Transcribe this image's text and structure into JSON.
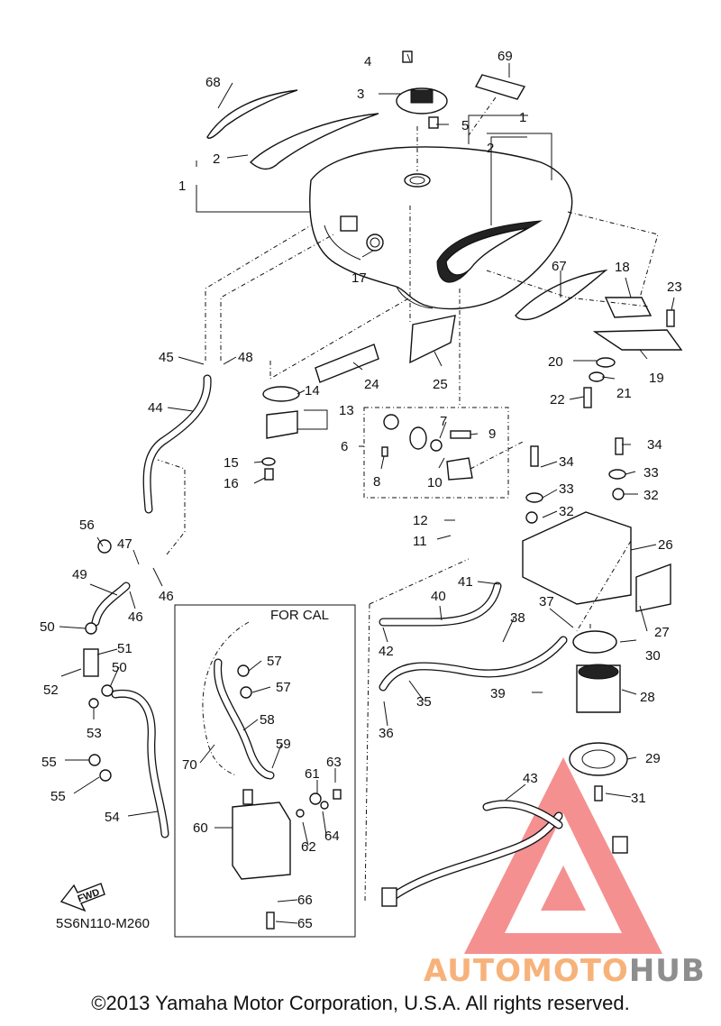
{
  "diagram_code": "5S6N110-M260",
  "for_cal_label": "FOR CAL",
  "fwd_label": "FWD",
  "copyright": "©2013 Yamaha Motor Corporation, U.S.A. All rights reserved.",
  "watermark": {
    "part1": "AUTO",
    "part2": "MOTO",
    "part3": "HUB",
    "colors": {
      "orange": "#f7b27a",
      "gray": "#8e8e8e",
      "triangle": "#f26b6b"
    }
  },
  "callouts": {
    "c1a": "1",
    "c1b": "1",
    "c2a": "2",
    "c2b": "2",
    "c3": "3",
    "c4": "4",
    "c5": "5",
    "c6": "6",
    "c7": "7",
    "c8": "8",
    "c9": "9",
    "c10": "10",
    "c11": "11",
    "c12": "12",
    "c13": "13",
    "c14": "14",
    "c15": "15",
    "c16": "16",
    "c17": "17",
    "c18": "18",
    "c19": "19",
    "c20": "20",
    "c21": "21",
    "c22": "22",
    "c23": "23",
    "c24": "24",
    "c25": "25",
    "c26": "26",
    "c27": "27",
    "c28": "28",
    "c29": "29",
    "c30": "30",
    "c31": "31",
    "c32a": "32",
    "c32b": "32",
    "c33a": "33",
    "c33b": "33",
    "c34a": "34",
    "c34b": "34",
    "c35": "35",
    "c36": "36",
    "c37": "37",
    "c38": "38",
    "c39": "39",
    "c40": "40",
    "c41": "41",
    "c42": "42",
    "c43": "43",
    "c44": "44",
    "c45": "45",
    "c46a": "46",
    "c46b": "46",
    "c47": "47",
    "c48": "48",
    "c49": "49",
    "c50a": "50",
    "c50b": "50",
    "c51": "51",
    "c52": "52",
    "c53": "53",
    "c54": "54",
    "c55a": "55",
    "c55b": "55",
    "c56": "56",
    "c57a": "57",
    "c57b": "57",
    "c58": "58",
    "c59": "59",
    "c60": "60",
    "c61": "61",
    "c62": "62",
    "c63": "63",
    "c64": "64",
    "c65": "65",
    "c66": "66",
    "c67": "67",
    "c68": "68",
    "c69": "69",
    "c70": "70"
  }
}
